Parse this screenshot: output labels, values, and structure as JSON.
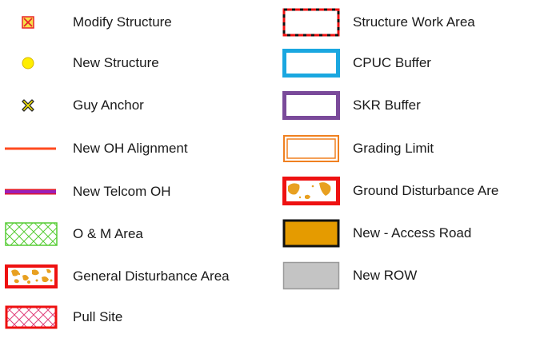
{
  "legend": {
    "left": [
      {
        "id": "modify-structure",
        "label": "Modify Structure",
        "symbol": "square-x-marker",
        "fill": "#f7e04a",
        "stroke": "#e8232a"
      },
      {
        "id": "new-structure",
        "label": "New Structure",
        "symbol": "circle-marker",
        "fill": "#ffee00",
        "stroke": "#d8b800"
      },
      {
        "id": "guy-anchor",
        "label": "Guy Anchor",
        "symbol": "x-marker",
        "fill": "#ffee00",
        "stroke": "#2a2a2a"
      },
      {
        "id": "new-oh-alignment",
        "label": "New OH Alignment",
        "symbol": "line",
        "stroke": "#ff4a1f"
      },
      {
        "id": "new-telcom-oh",
        "label": "New Telcom OH",
        "symbol": "double-line",
        "stroke": "#9a1fb8",
        "stroke2": "#e01a2a"
      },
      {
        "id": "o-m-area",
        "label": "O & M Area",
        "symbol": "crosshatch-box",
        "stroke": "#55cc33",
        "hatch": "#55cc33"
      },
      {
        "id": "general-disturbance-area",
        "label": "General Disturbance Area",
        "symbol": "speckle-box",
        "stroke": "#ee1111",
        "fill": "#e8a020"
      },
      {
        "id": "pull-site",
        "label": "Pull Site",
        "symbol": "crosshatch-box",
        "stroke": "#ee1111",
        "hatch": "#e0407a"
      }
    ],
    "right": [
      {
        "id": "structure-work-area",
        "label": "Structure Work Area",
        "symbol": "dashed-box",
        "stroke": "#ee1111"
      },
      {
        "id": "cpuc-buffer",
        "label": "CPUC Buffer",
        "symbol": "outline-box",
        "stroke": "#1aa7e0"
      },
      {
        "id": "skr-buffer",
        "label": "SKR Buffer",
        "symbol": "outline-box",
        "stroke": "#7a4a9a"
      },
      {
        "id": "grading-limit",
        "label": "Grading Limit",
        "symbol": "double-outline-box",
        "stroke": "#f08020"
      },
      {
        "id": "ground-disturbance-area",
        "label": "Ground Disturbance Are",
        "symbol": "blob-box",
        "stroke": "#ee1111",
        "fill": "#e8a020"
      },
      {
        "id": "new-access-road",
        "label": "New - Access Road",
        "symbol": "filled-box",
        "stroke": "#111111",
        "fill": "#e59b00"
      },
      {
        "id": "new-row",
        "label": "New ROW",
        "symbol": "filled-box",
        "stroke": "#999999",
        "fill": "#c4c4c4"
      }
    ]
  }
}
